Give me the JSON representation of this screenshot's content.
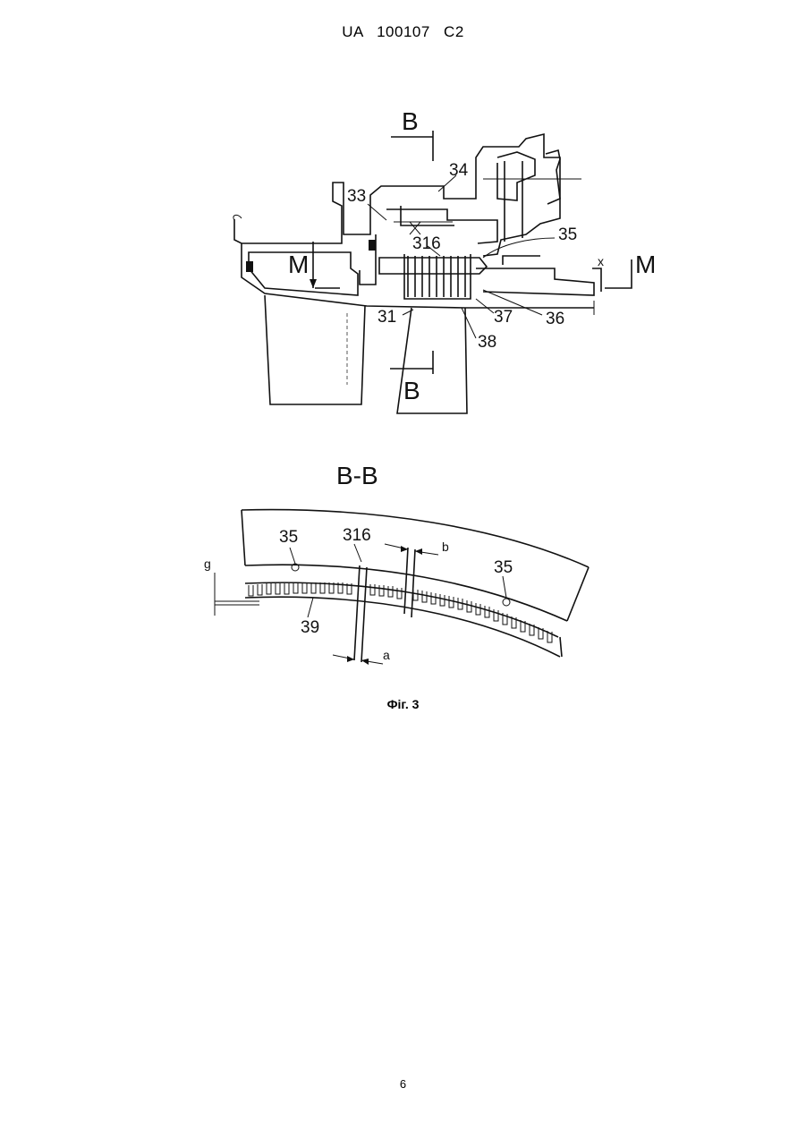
{
  "header": {
    "doc_id": "UA   100107   C2"
  },
  "figure": {
    "caption": "Фіг. 3",
    "section_mark_top": "B",
    "section_mark_bottom": "B",
    "section_title": "B-B",
    "labels": {
      "l33": "33",
      "l34": "34",
      "l35": "35",
      "l316": "316",
      "l31": "31",
      "l37": "37",
      "l36": "36",
      "l38": "38",
      "lM_left": "M",
      "lM_right": "M",
      "lx": "x",
      "s35a": "35",
      "s316": "316",
      "sb": "b",
      "s35b": "35",
      "sg": "g",
      "s39": "39",
      "sa": "a"
    }
  },
  "footer": {
    "page_number": "6"
  }
}
